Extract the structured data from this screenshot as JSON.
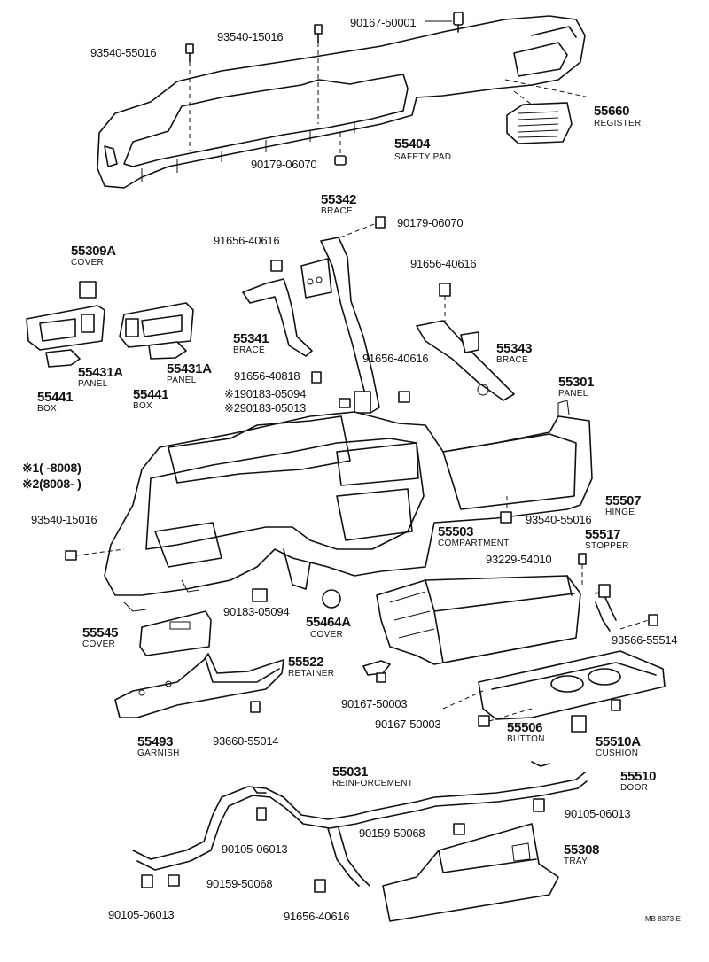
{
  "labels": {
    "p1": "90167-50001",
    "p2": "93540-15016",
    "p3": "93540-55016",
    "p4n": "55660",
    "p4d": "REGISTER",
    "p5n": "55404",
    "p5d": "SAFETY PAD",
    "p6": "90179-06070",
    "p7n": "55342",
    "p7d": "BRACE",
    "p8": "90179-06070",
    "p9": "91656-40616",
    "p10": "91656-40616",
    "p11n": "55309A",
    "p11d": "COVER",
    "p12n": "55341",
    "p12d": "BRACE",
    "p13n": "55343",
    "p13d": "BRACE",
    "p14": "91656-40616",
    "p15n": "55431A",
    "p15d": "PANEL",
    "p16n": "55431A",
    "p16d": "PANEL",
    "p17n": "55441",
    "p17d": "BOX",
    "p18n": "55441",
    "p18d": "BOX",
    "p19": "91656-40818",
    "p20": "※190183-05094",
    "p21": "※290183-05013",
    "p22n": "55301",
    "p22d": "PANEL",
    "note1": "※1(      -8008)",
    "note2": "※2(8008-         )",
    "p23": "93540-15016",
    "p24": "93540-55016",
    "p25n": "55507",
    "p25d": "HINGE",
    "p26n": "55503",
    "p26d": "COMPARTMENT",
    "p27n": "55517",
    "p27d": "STOPPER",
    "p28": "93229-54010",
    "p29": "90183-05094",
    "p30n": "55464A",
    "p30d": "COVER",
    "p31": "93566-55514",
    "p32n": "55545",
    "p32d": "COVER",
    "p33n": "55522",
    "p33d": "RETAINER",
    "p34": "90167-50003",
    "p35": "90167-50003",
    "p36n": "55506",
    "p36d": "BUTTON",
    "p37n": "55510A",
    "p37d": "CUSHION",
    "p38n": "55493",
    "p38d": "GARNISH",
    "p39": "93660-55014",
    "p40n": "55510",
    "p40d": "DOOR",
    "p41n": "55031",
    "p41d": "REINFORCEMENT",
    "p42": "90105-06013",
    "p43": "90159-50068",
    "p44": "90105-06013",
    "p45n": "55308",
    "p45d": "TRAY",
    "p46": "90159-50068",
    "p47": "90105-06013",
    "p48": "91656-40616",
    "code": "MB 8373-E"
  }
}
